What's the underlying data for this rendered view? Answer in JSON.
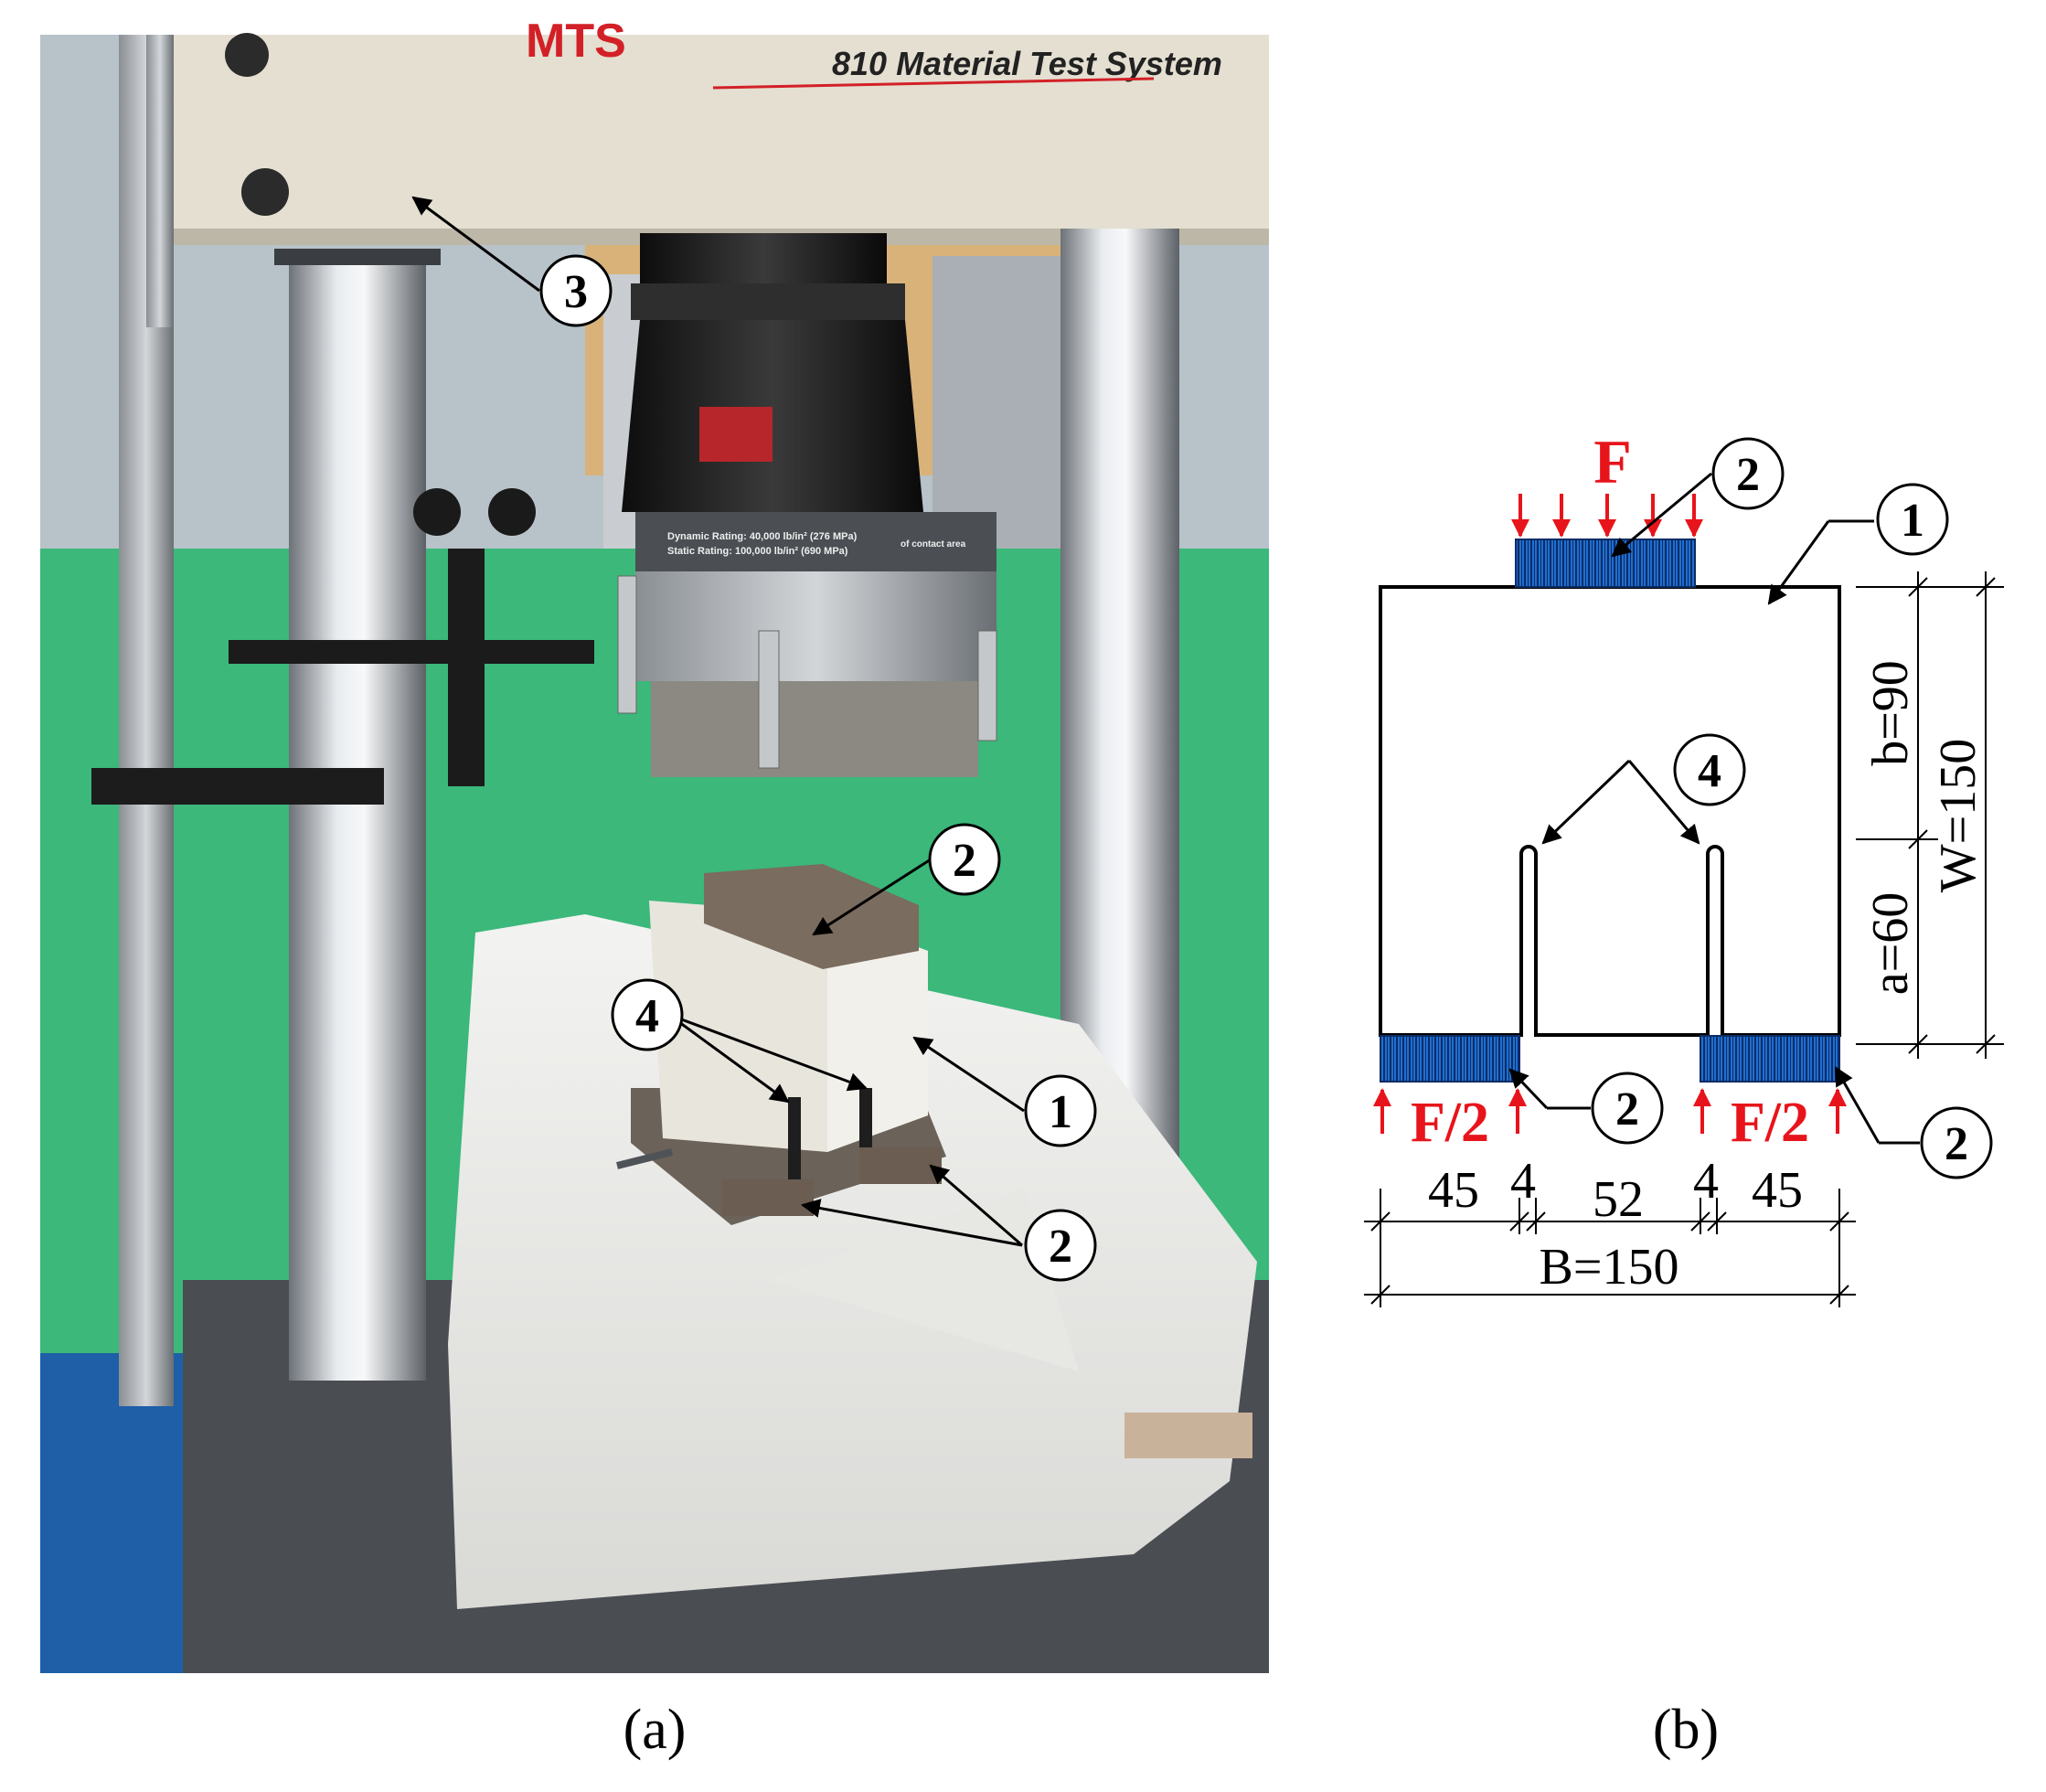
{
  "panel_a": {
    "caption": "(a)",
    "machine_brand": "MTS",
    "machine_model": "810 Material Test System",
    "cell_rating_line1": "Dynamic Rating: 40,000 lb/in² (276 MPa)",
    "cell_rating_line2": "Static Rating: 100,000 lb/in² (690 MPa)",
    "cell_rating_side": "of contact area",
    "callouts": [
      "3",
      "2",
      "4",
      "1",
      "2"
    ]
  },
  "panel_b": {
    "caption": "(b)",
    "load_top": "F",
    "load_bottom_left": "F/2",
    "load_bottom_right": "F/2",
    "callouts": [
      "2",
      "1",
      "4",
      "2",
      "2"
    ],
    "dim_b": "b=90",
    "dim_a": "a=60",
    "dim_W": "W=150",
    "dim_45_left": "45",
    "dim_4_left": "4",
    "dim_52": "52",
    "dim_4_right": "4",
    "dim_45_right": "45",
    "dim_B": "B=150"
  },
  "colors": {
    "load_red": "#e8141b",
    "plate_blue": "#1f6fd1",
    "floor_green": "#3bb87a"
  }
}
